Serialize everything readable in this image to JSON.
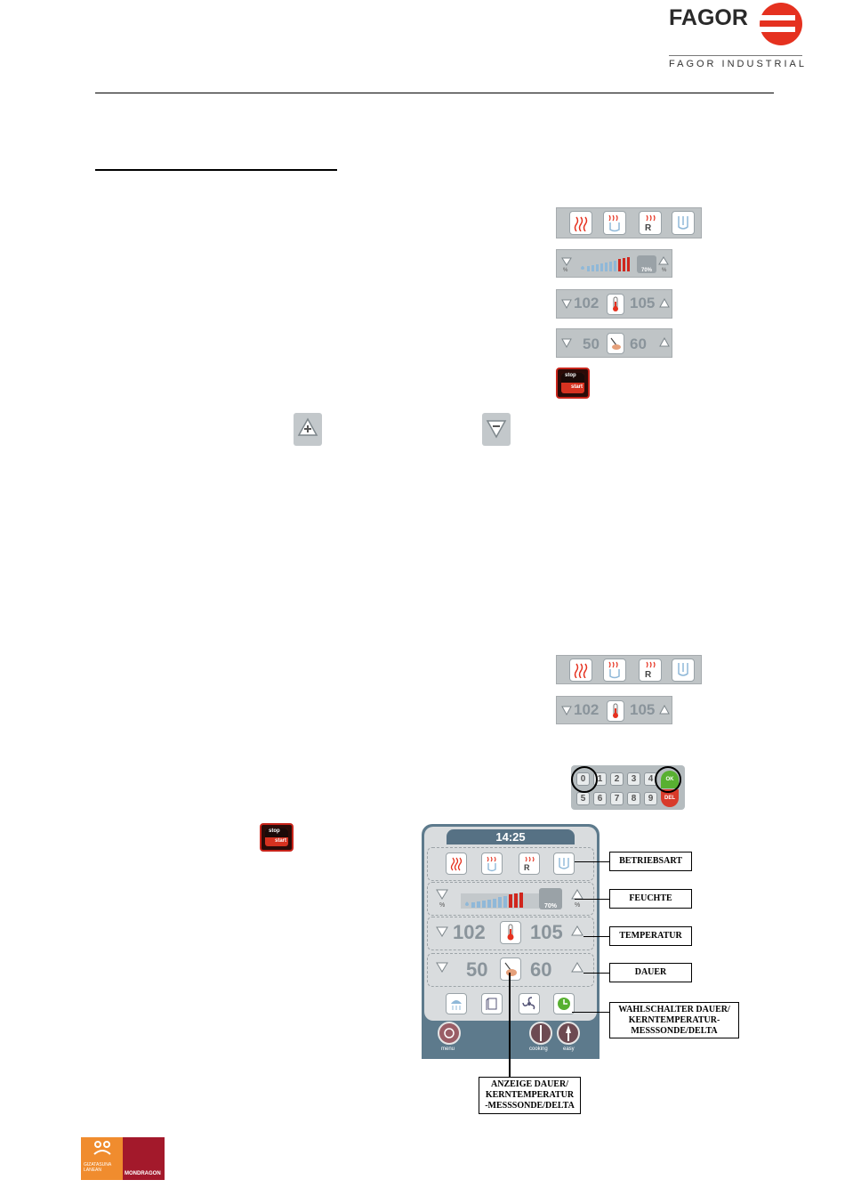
{
  "header": {
    "logo_text": "FAGOR",
    "logo_subtitle": "FAGOR INDUSTRIAL"
  },
  "panel_top": {
    "humidity_label": "70%",
    "temp_set": "102",
    "temp_actual": "105",
    "time_set": "50",
    "time_actual": "60",
    "stop_label": "stop",
    "start_label": "start"
  },
  "panel_mid": {
    "temp_set": "102",
    "temp_actual": "105"
  },
  "keypad": {
    "row1": [
      "0",
      "1",
      "2",
      "3",
      "4"
    ],
    "row2": [
      "5",
      "6",
      "7",
      "8",
      "9"
    ],
    "ok_label": "OK",
    "del_label": "DEL"
  },
  "screen": {
    "clock": "14:25",
    "humidity_label": "70%",
    "temp_set": "102",
    "temp_actual": "105",
    "time_set": "50",
    "time_actual": "60",
    "menu_label": "menu",
    "cooking_label": "cooking",
    "easy_label": "easy"
  },
  "callouts": {
    "betriebsart": "BETRIEBSART",
    "feuchte": "FEUCHTE",
    "temperatur": "TEMPERATUR",
    "dauer": "DAUER",
    "wahlschalter": "WAHLSCHALTER DAUER/ KERNTEMPERATUR-MESSSONDE/DELTA",
    "anzeige": "ANZEIGE DAUER/ KERNTEMPERATUR -MESSSONDE/DELTA"
  },
  "footer": {
    "logo_left_text": "GIZATASUNA LANEAN",
    "logo_right_text": "MONDRAGON"
  },
  "colors": {
    "fagor_red": "#e5311f",
    "panel_gray": "#bfc4c6",
    "number_gray": "#8a949b",
    "ok_green": "#58b031",
    "del_red": "#d83a2a",
    "mondragon_orange": "#f08c2e",
    "mondragon_red": "#a3192b"
  }
}
